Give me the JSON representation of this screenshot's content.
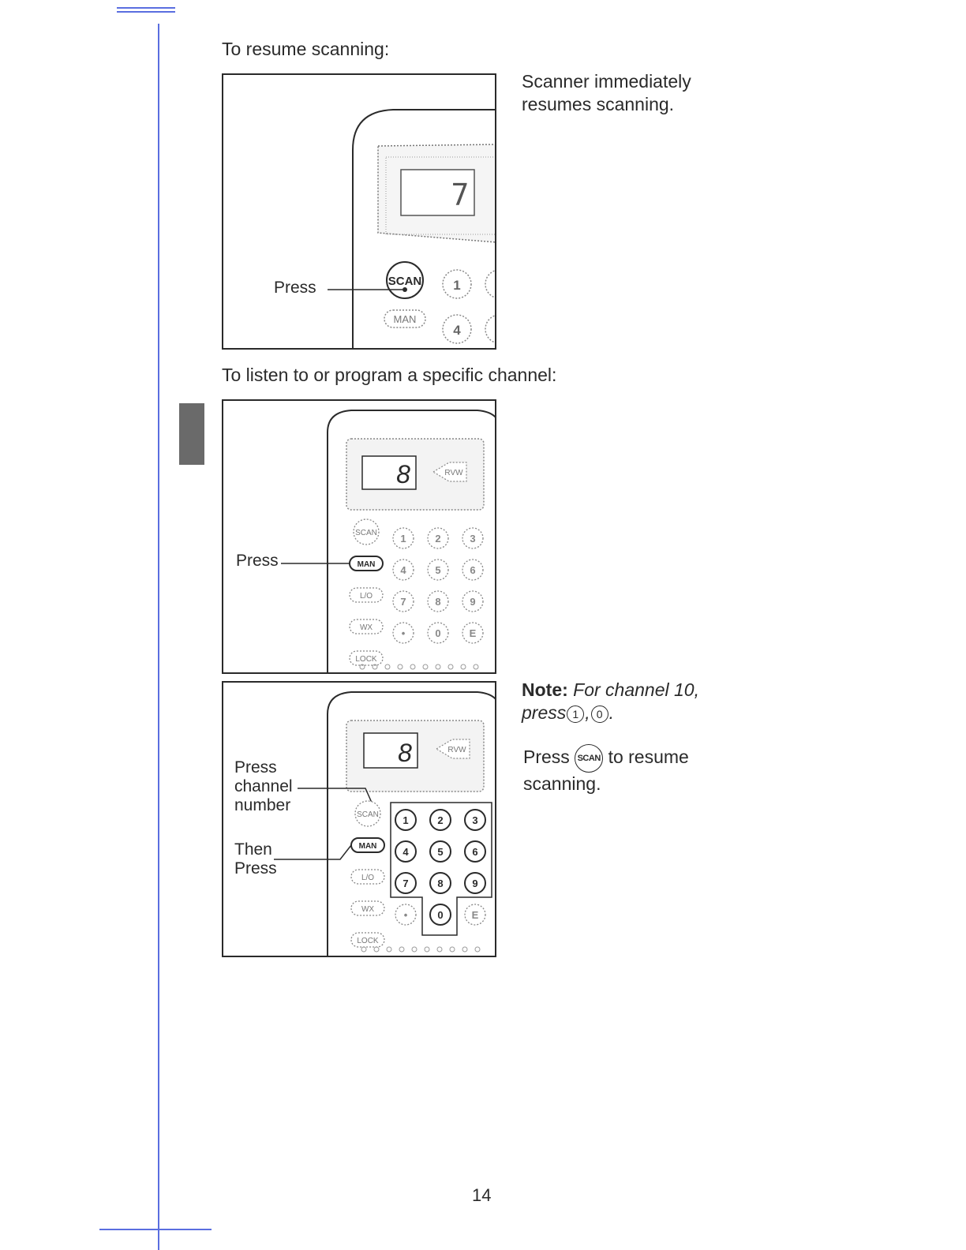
{
  "section1": {
    "heading": "To resume scanning:",
    "press_label": "Press",
    "side_line1": "Scanner immediately",
    "side_line2": "resumes scanning.",
    "display_digit": "7",
    "buttons": {
      "scan": "SCAN",
      "man": "MAN",
      "one": "1",
      "four": "4"
    }
  },
  "section2": {
    "heading": "To listen to or program a specific channel:",
    "press_label": "Press",
    "display_digit": "8",
    "rvw_label": "RVW",
    "side_keys": [
      "SCAN",
      "MAN",
      "L/O",
      "WX",
      "LOCK"
    ],
    "keypad": [
      "1",
      "2",
      "3",
      "4",
      "5",
      "6",
      "7",
      "8",
      "9",
      "•",
      "0",
      "E"
    ]
  },
  "section3": {
    "label_line1": "Press",
    "label_line2": "channel",
    "label_line3": "number",
    "then_line1": "Then",
    "then_line2": "Press",
    "display_digit": "8",
    "rvw_label": "RVW",
    "side_keys": [
      "SCAN",
      "MAN",
      "L/O",
      "WX",
      "LOCK"
    ],
    "keypad": [
      "1",
      "2",
      "3",
      "4",
      "5",
      "6",
      "7",
      "8",
      "9",
      "•",
      "0",
      "E"
    ]
  },
  "note": {
    "label": "Note:",
    "text": "For channel 10,",
    "press_word": "press",
    "key1": "1",
    "separator": ",",
    "key2": "0",
    "end": "."
  },
  "resume": {
    "press_word": "Press",
    "button_label": "SCAN",
    "rest_line1": "to resume",
    "rest_line2": "scanning."
  },
  "page_number": "14"
}
